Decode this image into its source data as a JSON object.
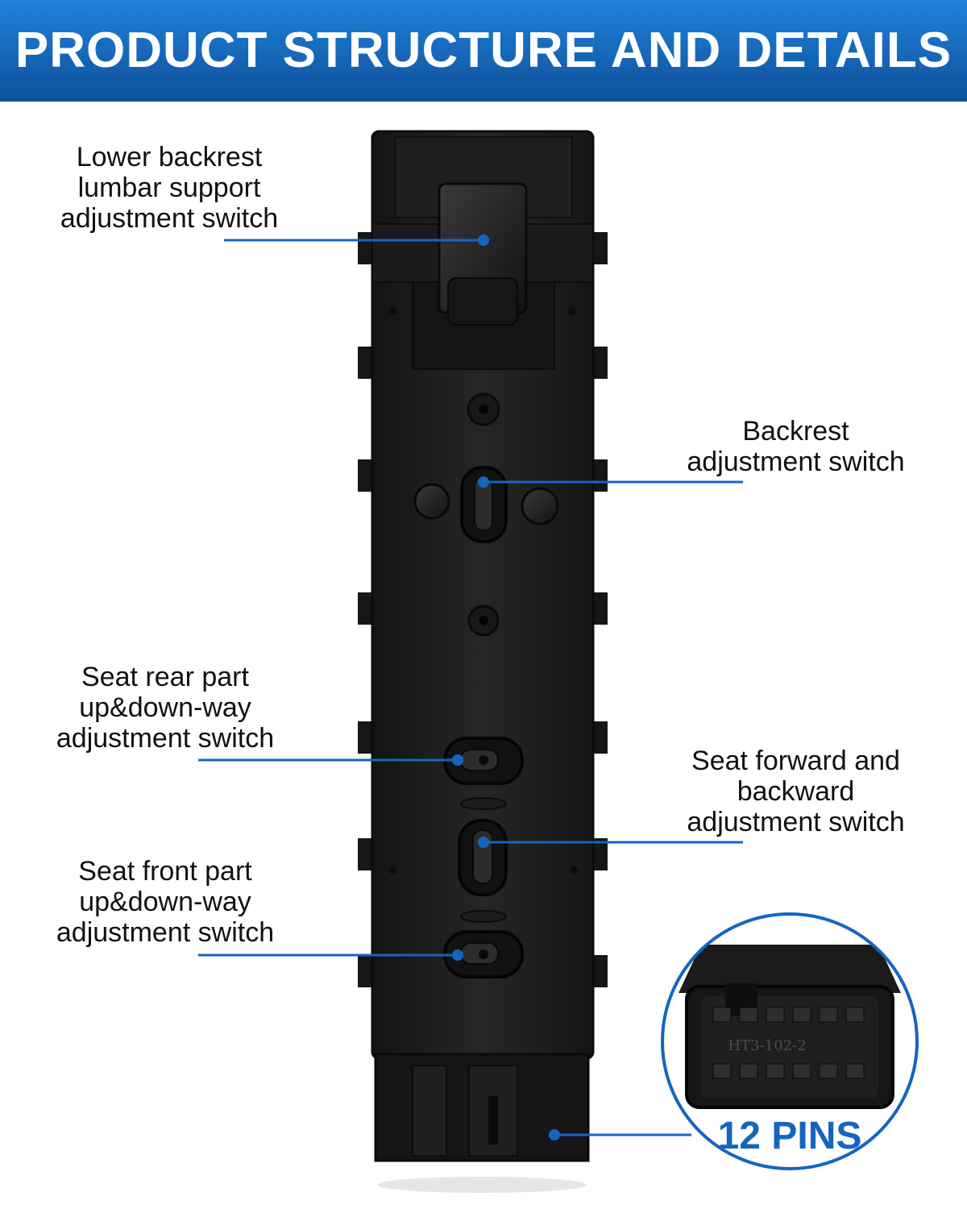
{
  "header": {
    "title": "PRODUCT STRUCTURE AND DETAILS"
  },
  "labels": {
    "lumbar": [
      "Lower backrest",
      "lumbar support",
      "adjustment switch"
    ],
    "backrest": [
      "Backrest",
      "adjustment switch"
    ],
    "rear": [
      "Seat rear part",
      "up&down-way",
      "adjustment switch"
    ],
    "forward": [
      "Seat forward and",
      "backward",
      "adjustment switch"
    ],
    "front": [
      "Seat front part",
      "up&down-way",
      "adjustment switch"
    ]
  },
  "connector": {
    "pins_label": "12 PINS",
    "part_marking": "HT3-102-2"
  },
  "colors": {
    "accent": "#1565c0",
    "header": "#1667b8",
    "body": "#1b1b1b"
  }
}
